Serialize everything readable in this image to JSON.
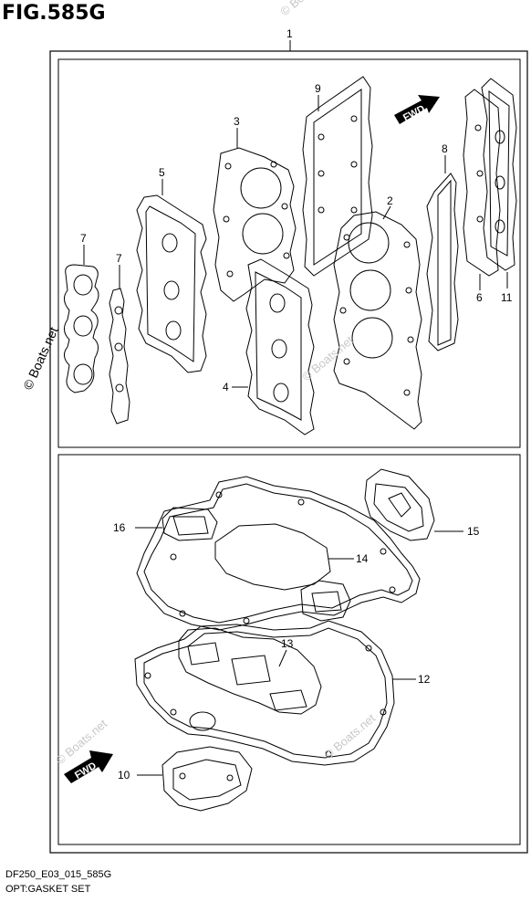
{
  "figure": {
    "title": "FIG.585G",
    "model_code": "DF250_E03_015_585G",
    "section_name": "OPT:GASKET SET"
  },
  "watermark": {
    "text": "© Boats.net",
    "faint_text": "© Boats.net"
  },
  "fwd_label": "FWD",
  "callouts": {
    "c1": "1",
    "c2": "2",
    "c3": "3",
    "c4": "4",
    "c5": "5",
    "c6": "6",
    "c7a": "7",
    "c7b": "7",
    "c8": "8",
    "c9": "9",
    "c10": "10",
    "c11": "11",
    "c12": "12",
    "c13": "13",
    "c14": "14",
    "c15": "15",
    "c16": "16"
  },
  "colors": {
    "line": "#000000",
    "background": "#ffffff",
    "watermark_faint": "#c8c8c8"
  }
}
